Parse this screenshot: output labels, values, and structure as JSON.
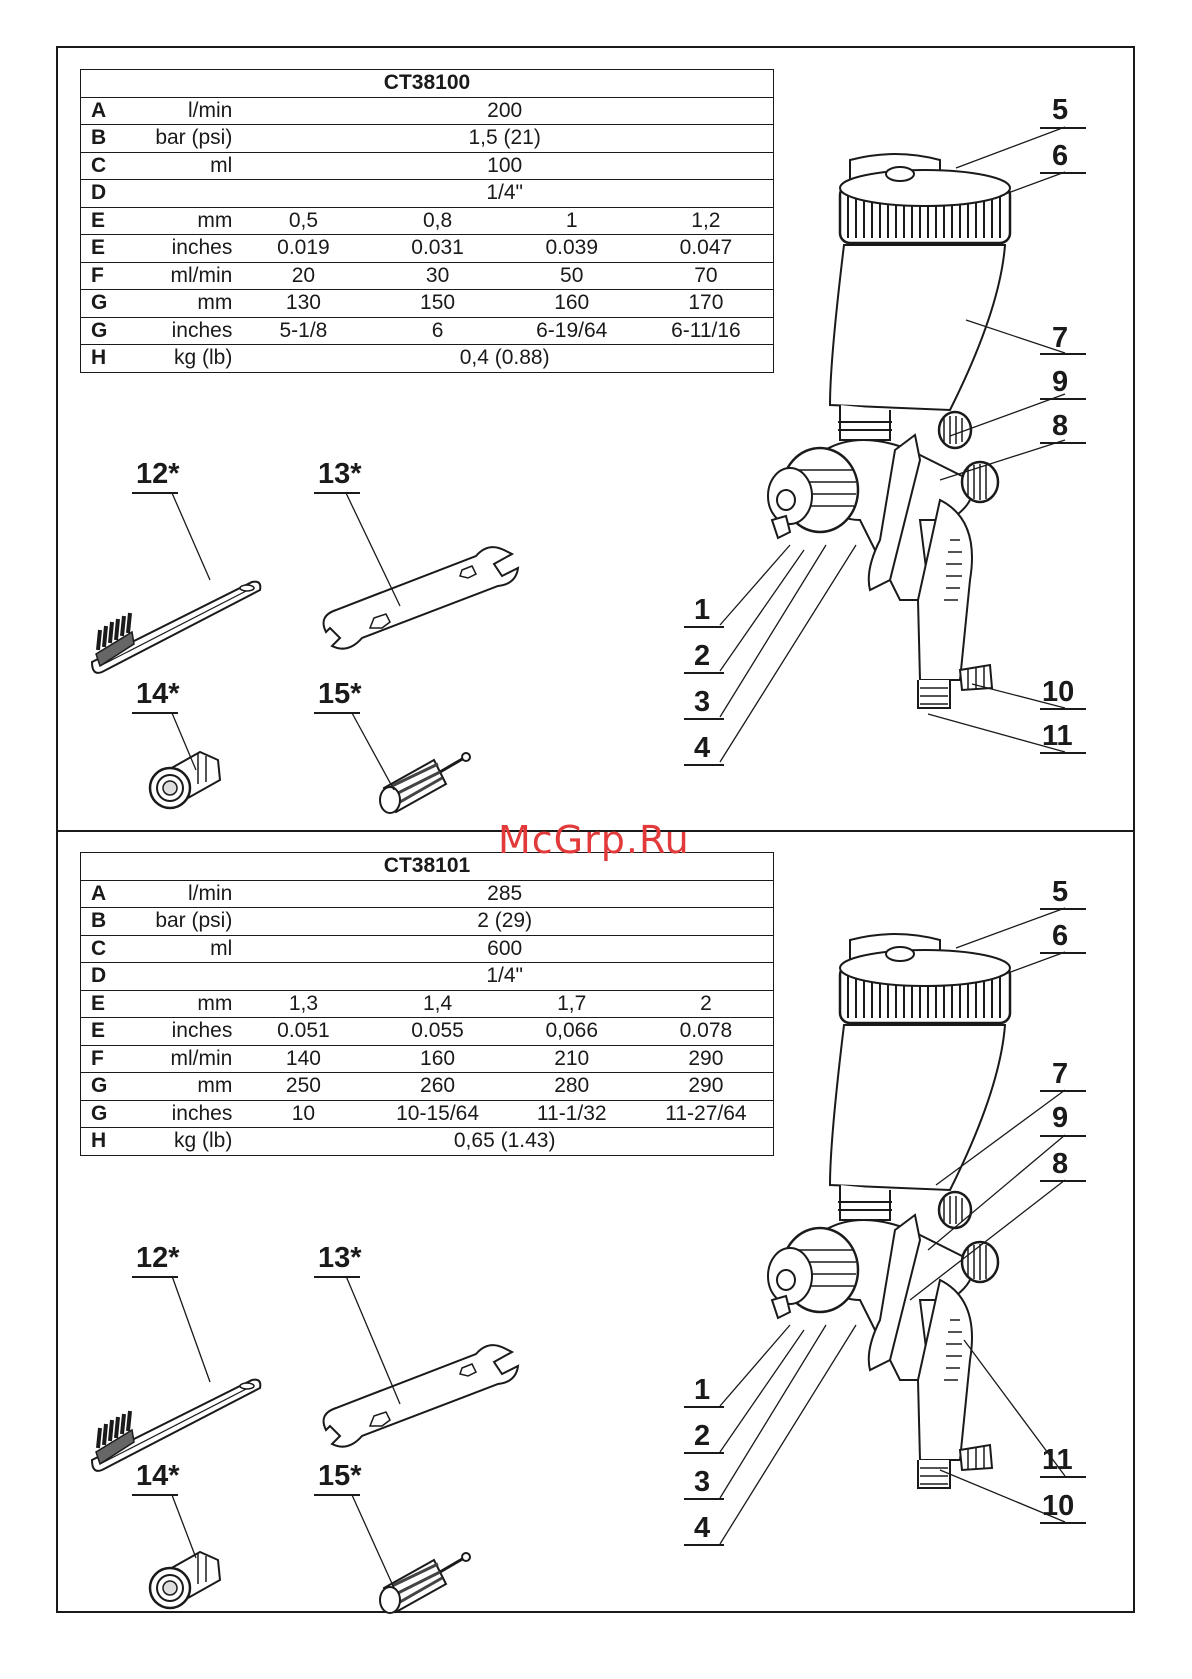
{
  "watermark": "McGrp.Ru",
  "tables": [
    {
      "model": "CT38100",
      "rows": [
        {
          "letter": "A",
          "unit": "l/min",
          "span": "200"
        },
        {
          "letter": "B",
          "unit": "bar (psi)",
          "span": "1,5 (21)"
        },
        {
          "letter": "C",
          "unit": "ml",
          "span": "100"
        },
        {
          "letter": "D",
          "unit": "",
          "span": "1/4\""
        },
        {
          "letter": "E",
          "unit": "mm",
          "values": [
            "0,5",
            "0,8",
            "1",
            "1,2"
          ]
        },
        {
          "letter": "E",
          "unit": "inches",
          "values": [
            "0.019",
            "0.031",
            "0.039",
            "0.047"
          ]
        },
        {
          "letter": "F",
          "unit": "ml/min",
          "values": [
            "20",
            "30",
            "50",
            "70"
          ]
        },
        {
          "letter": "G",
          "unit": "mm",
          "values": [
            "130",
            "150",
            "160",
            "170"
          ]
        },
        {
          "letter": "G",
          "unit": "inches",
          "values": [
            "5-1/8",
            "6",
            "6-19/64",
            "6-11/16"
          ]
        },
        {
          "letter": "H",
          "unit": "kg (lb)",
          "span": "0,4 (0.88)"
        }
      ]
    },
    {
      "model": "CT38101",
      "rows": [
        {
          "letter": "A",
          "unit": "l/min",
          "span": "285"
        },
        {
          "letter": "B",
          "unit": "bar (psi)",
          "span": "2 (29)"
        },
        {
          "letter": "C",
          "unit": "ml",
          "span": "600"
        },
        {
          "letter": "D",
          "unit": "",
          "span": "1/4\""
        },
        {
          "letter": "E",
          "unit": "mm",
          "values": [
            "1,3",
            "1,4",
            "1,7",
            "2"
          ]
        },
        {
          "letter": "E",
          "unit": "inches",
          "values": [
            "0.051",
            "0.055",
            "0,066",
            "0.078"
          ]
        },
        {
          "letter": "F",
          "unit": "ml/min",
          "values": [
            "140",
            "160",
            "210",
            "290"
          ]
        },
        {
          "letter": "G",
          "unit": "mm",
          "values": [
            "250",
            "260",
            "280",
            "290"
          ]
        },
        {
          "letter": "G",
          "unit": "inches",
          "values": [
            "10",
            "10-15/64",
            "11-1/32",
            "11-27/64"
          ]
        },
        {
          "letter": "H",
          "unit": "kg (lb)",
          "span": "0,65 (1.43)"
        }
      ]
    }
  ],
  "accessories_top": {
    "brush": "12*",
    "wrench": "13*",
    "connector": "14*",
    "filter": "15*"
  },
  "accessories_bottom": {
    "brush": "12*",
    "wrench": "13*",
    "connector": "14*",
    "filter": "15*"
  },
  "gun_top_labels": {
    "l1": "1",
    "l2": "2",
    "l3": "3",
    "l4": "4",
    "l5": "5",
    "l6": "6",
    "l7": "7",
    "l8": "8",
    "l9": "9",
    "l10": "10",
    "l11": "11"
  },
  "gun_bottom_labels": {
    "l1": "1",
    "l2": "2",
    "l3": "3",
    "l4": "4",
    "l5": "5",
    "l6": "6",
    "l7": "7",
    "l8": "8",
    "l9": "9",
    "l10": "10",
    "l11": "11"
  }
}
